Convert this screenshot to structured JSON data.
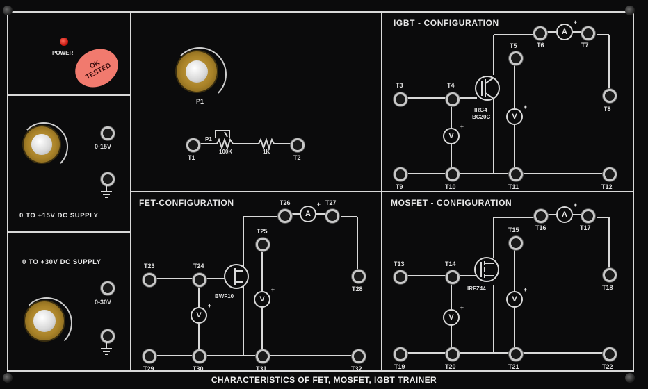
{
  "footer": "CHARACTERISTICS OF FET, MOSFET, IGBT TRAINER",
  "power": {
    "label": "POWER",
    "sticker_line1": "OK",
    "sticker_line2": "TESTED"
  },
  "supply15": {
    "range": "0-15V",
    "title": "0 TO +15V DC SUPPLY"
  },
  "supply30": {
    "range": "0-30V",
    "title": "0 TO +30V DC SUPPLY"
  },
  "pot": {
    "knob": "P1",
    "resistor_tag": "P1",
    "r1": "100K",
    "r2": "1K",
    "t1": "T1",
    "t2": "T2"
  },
  "igbt": {
    "title": "IGBT - CONFIGURATION",
    "device1": "IRG4",
    "device2": "BC20C",
    "terminals": [
      "T3",
      "T4",
      "T5",
      "T6",
      "T7",
      "T8",
      "T9",
      "T10",
      "T11",
      "T12"
    ]
  },
  "fet": {
    "title": "FET-CONFIGURATION",
    "device": "BWF10",
    "terminals": [
      "T23",
      "T24",
      "T25",
      "T26",
      "T27",
      "T28",
      "T29",
      "T30",
      "T31",
      "T32"
    ]
  },
  "mosfet": {
    "title": "MOSFET - CONFIGURATION",
    "device": "IRFZ44",
    "terminals": [
      "T13",
      "T14",
      "T15",
      "T16",
      "T17",
      "T18",
      "T19",
      "T20",
      "T21",
      "T22"
    ]
  },
  "meters": {
    "volt": "V",
    "amp": "A"
  },
  "colors": {
    "panel": "#0b0b0c",
    "line": "#d9d9d9",
    "knob": "#b08a2e",
    "led": "#d41a10",
    "sticker": "#f17a6e"
  }
}
